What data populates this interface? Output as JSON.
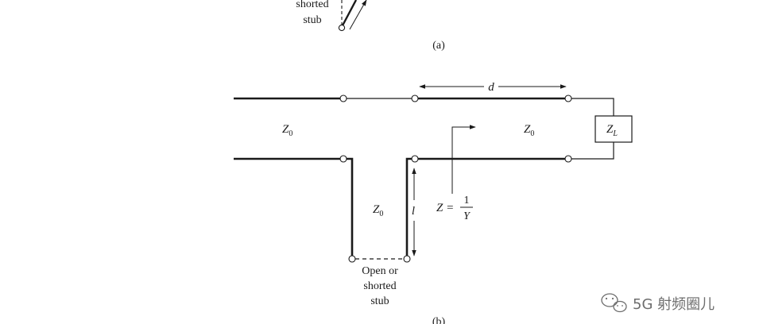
{
  "figure_a": {
    "stub_label_line1": "shorted",
    "stub_label_line2": "stub",
    "caption": "(a)"
  },
  "figure_b": {
    "z0_left": "Z",
    "z0_left_sub": "0",
    "z0_right": "Z",
    "z0_right_sub": "0",
    "z0_stub": "Z",
    "z0_stub_sub": "0",
    "load": "Z",
    "load_sub": "L",
    "dimension_d": "d",
    "dimension_l": "l",
    "impedance_eq_lhs": "Z =",
    "impedance_eq_num": "1",
    "impedance_eq_den": "Y",
    "stub_label_line1": "Open or",
    "stub_label_line2": "shorted",
    "stub_label_line3": "stub",
    "caption": "(b)"
  },
  "watermark": {
    "text": "5G 射频圈儿",
    "icon": "wechat-icon"
  },
  "colors": {
    "line": "#1a1a1a",
    "text": "#1a1a1a",
    "watermark": "#6d6d6d"
  }
}
